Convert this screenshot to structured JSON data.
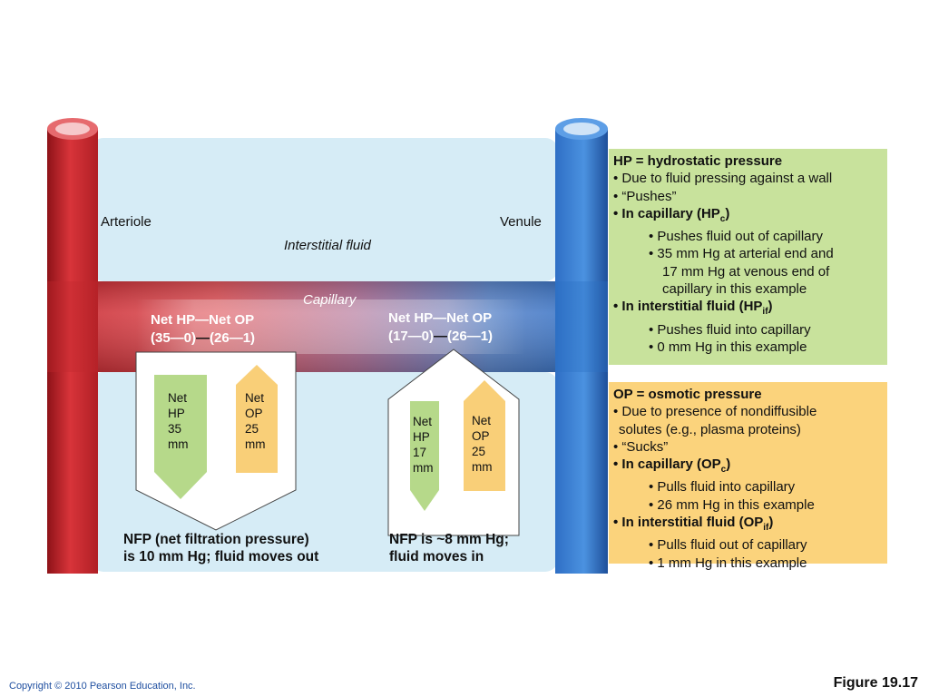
{
  "labels": {
    "arteriole": "Arteriole",
    "venule": "Venule",
    "interstitial_fluid": "Interstitial fluid",
    "capillary": "Capillary"
  },
  "arterial_end": {
    "net_title": "Net HP—Net OP",
    "net_values": [
      "(35—0)",
      "—",
      "(26—1)"
    ],
    "hp_arrow": [
      "Net",
      "HP",
      "35",
      "mm"
    ],
    "op_arrow": [
      "Net",
      "OP",
      "25",
      "mm"
    ],
    "nfp": [
      "NFP (net filtration pressure)",
      "is 10 mm Hg; fluid moves out"
    ]
  },
  "venous_end": {
    "net_title": "Net HP—Net OP",
    "net_values": [
      "(17—0)",
      "—",
      "(26—1)"
    ],
    "hp_arrow": [
      "Net",
      "HP",
      "17",
      "mm"
    ],
    "op_arrow": [
      "Net",
      "OP",
      "25",
      "mm"
    ],
    "nfp": [
      "NFP is ~8 mm Hg;",
      "fluid moves in"
    ]
  },
  "hp_box": {
    "title": "HP = hydrostatic pressure",
    "b1": "• Due to fluid pressing against a wall",
    "b2": "• “Pushes”",
    "b3_pre": "• In capillary (HP",
    "b3_sub": "c",
    "b3_post": ")",
    "b3_1": "• Pushes fluid out of capillary",
    "b3_2a": "• 35 mm Hg at arterial end and",
    "b3_2b": "17 mm Hg at venous end of",
    "b3_2c": "capillary in this example",
    "b4_pre": "•  In interstitial fluid (HP",
    "b4_sub": "if",
    "b4_post": ")",
    "b4_1": "• Pushes fluid into capillary",
    "b4_2": "• 0 mm Hg in this example"
  },
  "op_box": {
    "title": "OP = osmotic pressure",
    "b1a": "• Due to presence of nondiffusible",
    "b1b": "solutes (e.g., plasma proteins)",
    "b2": "• “Sucks”",
    "b3_pre": "• In capillary (OP",
    "b3_sub": "c",
    "b3_post": ")",
    "b3_1": "• Pulls fluid into capillary",
    "b3_2": "• 26 mm Hg in this example",
    "b4_pre": "• In interstitial fluid (OP",
    "b4_sub": "if",
    "b4_post": ")",
    "b4_1": "• Pulls fluid out of capillary",
    "b4_2": "• 1 mm Hg in this example"
  },
  "footer": {
    "copyright": "Copyright © 2010 Pearson Education, Inc.",
    "figure": "Figure 19.17"
  },
  "colors": {
    "arterial_red": "#c0272d",
    "venous_blue": "#2a6fc4",
    "interstitial_fluid": "#d5ebf5",
    "hp_box": "#c8e29c",
    "op_box": "#fbd37c",
    "hp_arrow": "#b6d98a",
    "op_arrow": "#f9cf78"
  }
}
